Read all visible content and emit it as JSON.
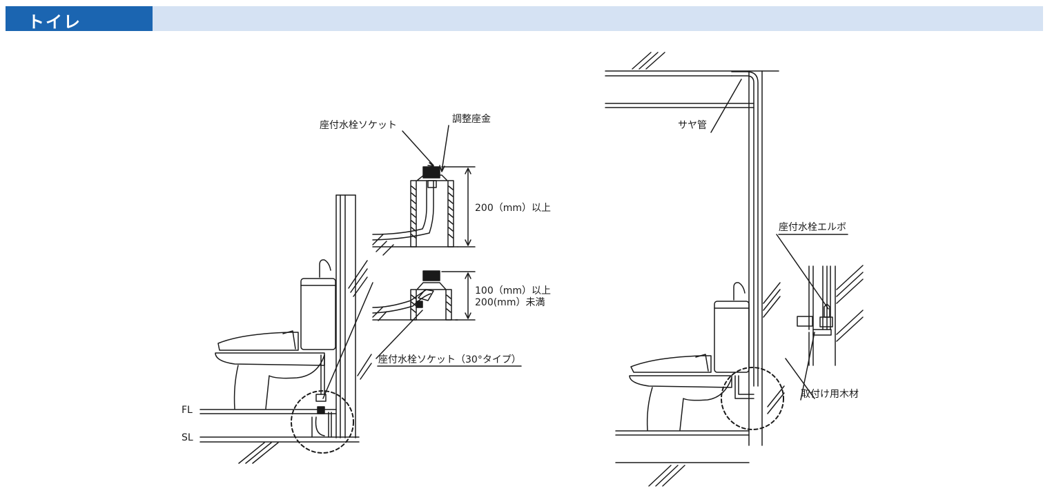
{
  "header": {
    "title": "トイレ"
  },
  "colors": {
    "accent": "#1b65b1",
    "band": "#d5e2f3",
    "line": "#1a1a1a"
  },
  "labels": {
    "socket": "座付水栓ソケット",
    "washer": "調整座金",
    "dim_200": "200（mm）以上",
    "dim_100": "100（mm）以上",
    "dim_200_under": "200(mm）未満",
    "socket_30": "座付水栓ソケット（30°タイプ）",
    "fl": "FL",
    "sl": "SL",
    "saya": "サヤ管",
    "elbow": "座付水栓エルボ",
    "wood": "取付け用木材"
  }
}
